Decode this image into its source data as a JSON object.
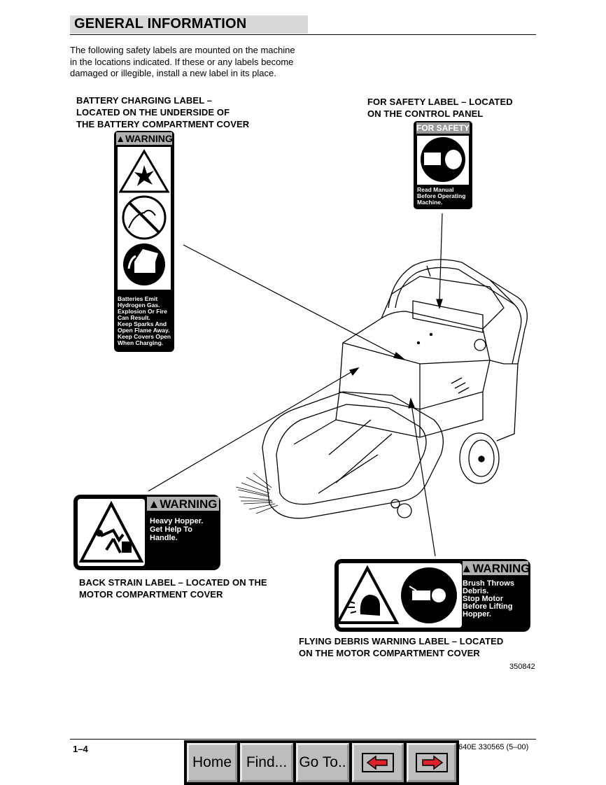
{
  "header": {
    "title": "GENERAL INFORMATION"
  },
  "intro": "The following safety labels are mounted on the machine in the locations indicated. If these or any labels become damaged or illegible, install a new label in its place.",
  "captions": {
    "battery": [
      "BATTERY CHARGING LABEL –",
      "LOCATED ON THE UNDERSIDE OF",
      "THE BATTERY COMPARTMENT COVER"
    ],
    "safety": [
      "FOR SAFETY LABEL – LOCATED",
      "ON THE CONTROL PANEL"
    ],
    "backstrain": [
      "BACK STRAIN LABEL – LOCATED ON THE",
      "MOTOR COMPARTMENT COVER"
    ],
    "debris": [
      "FLYING DEBRIS WARNING LABEL – LOCATED",
      "ON THE MOTOR COMPARTMENT COVER"
    ]
  },
  "labels": {
    "battery": {
      "head": "▲WARNING",
      "lines": [
        "Batteries Emit",
        "Hydrogen Gas.",
        "Explosion Or Fire",
        "Can Result.",
        "Keep Sparks And",
        "Open Flame Away.",
        "Keep Covers Open",
        "When Charging."
      ]
    },
    "safety": {
      "head": "FOR SAFETY",
      "lines": [
        "Read Manual",
        "Before Operating",
        "Machine."
      ]
    },
    "backstrain": {
      "head": "▲WARNING",
      "lines": [
        "Heavy Hopper.",
        "Get Help To",
        "Handle."
      ]
    },
    "debris": {
      "head": "▲WARNING",
      "lines": [
        "Brush Throws",
        "Debris.",
        "Stop Motor",
        "Before Lifting",
        "Hopper."
      ]
    }
  },
  "figure_id": "350842",
  "footer": {
    "page": "1–4",
    "doc_code": "640E 330565 (5–00)"
  },
  "nav": {
    "home": "Home",
    "find": "Find...",
    "goto": "Go To..",
    "prev_icon": "left-arrow-icon",
    "next_icon": "right-arrow-icon",
    "arrow_color": "#e0202a"
  }
}
